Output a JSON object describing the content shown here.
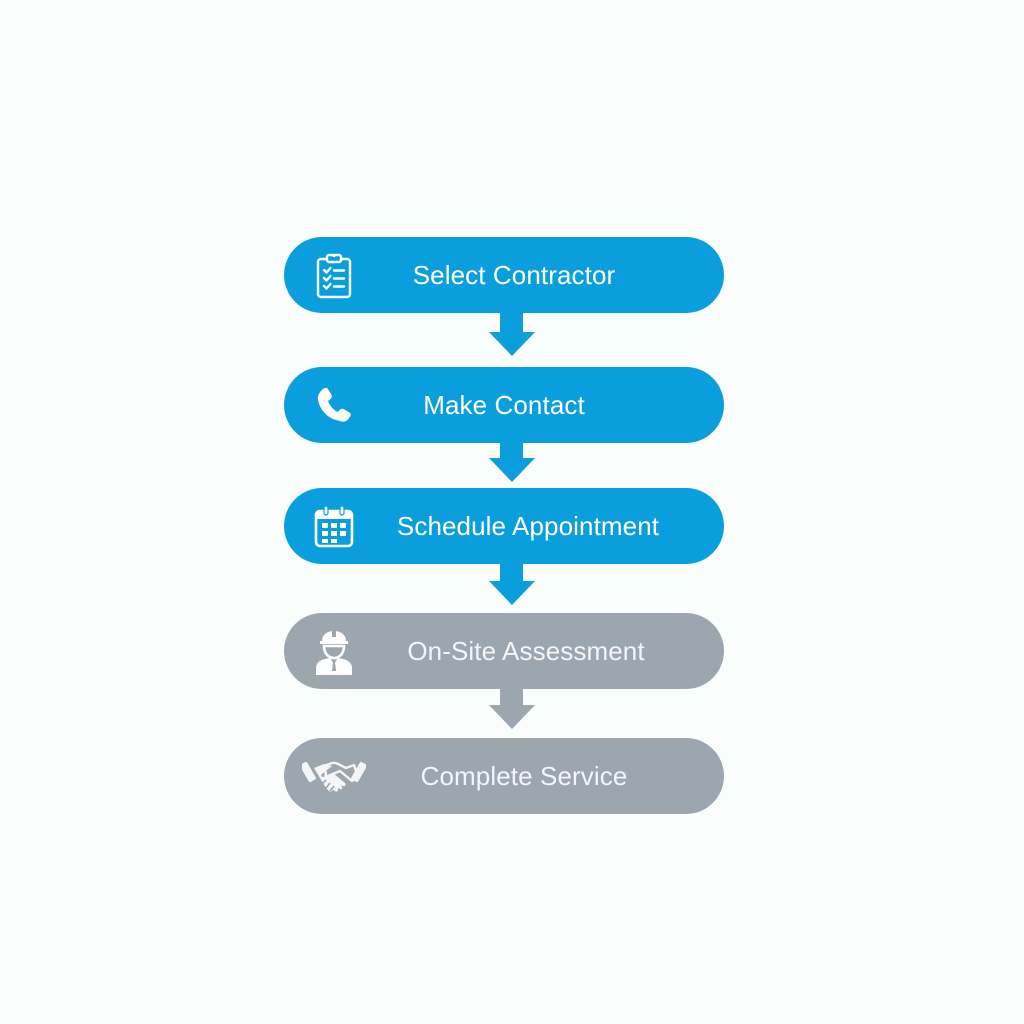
{
  "colors": {
    "active": "#0a9fdc",
    "inactive": "#9ca6ae",
    "background": "#fbfcfc",
    "text": "#ffffff"
  },
  "flow": {
    "steps": [
      {
        "label": "Select Contractor",
        "icon": "clipboard-checklist-icon",
        "state": "active"
      },
      {
        "label": "Make Contact",
        "icon": "phone-icon",
        "state": "active"
      },
      {
        "label": "Schedule Appointment",
        "icon": "calendar-icon",
        "state": "active"
      },
      {
        "label": "On-Site Assessment",
        "icon": "contractor-worker-icon",
        "state": "inactive"
      },
      {
        "label": "Complete Service",
        "icon": "handshake-icon",
        "state": "inactive"
      }
    ],
    "connectors": [
      {
        "from": "Select Contractor",
        "to": "Make Contact",
        "state": "active"
      },
      {
        "from": "Make Contact",
        "to": "Schedule Appointment",
        "state": "active"
      },
      {
        "from": "Schedule Appointment",
        "to": "On-Site Assessment",
        "state": "active"
      },
      {
        "from": "On-Site Assessment",
        "to": "Complete Service",
        "state": "inactive"
      }
    ]
  }
}
